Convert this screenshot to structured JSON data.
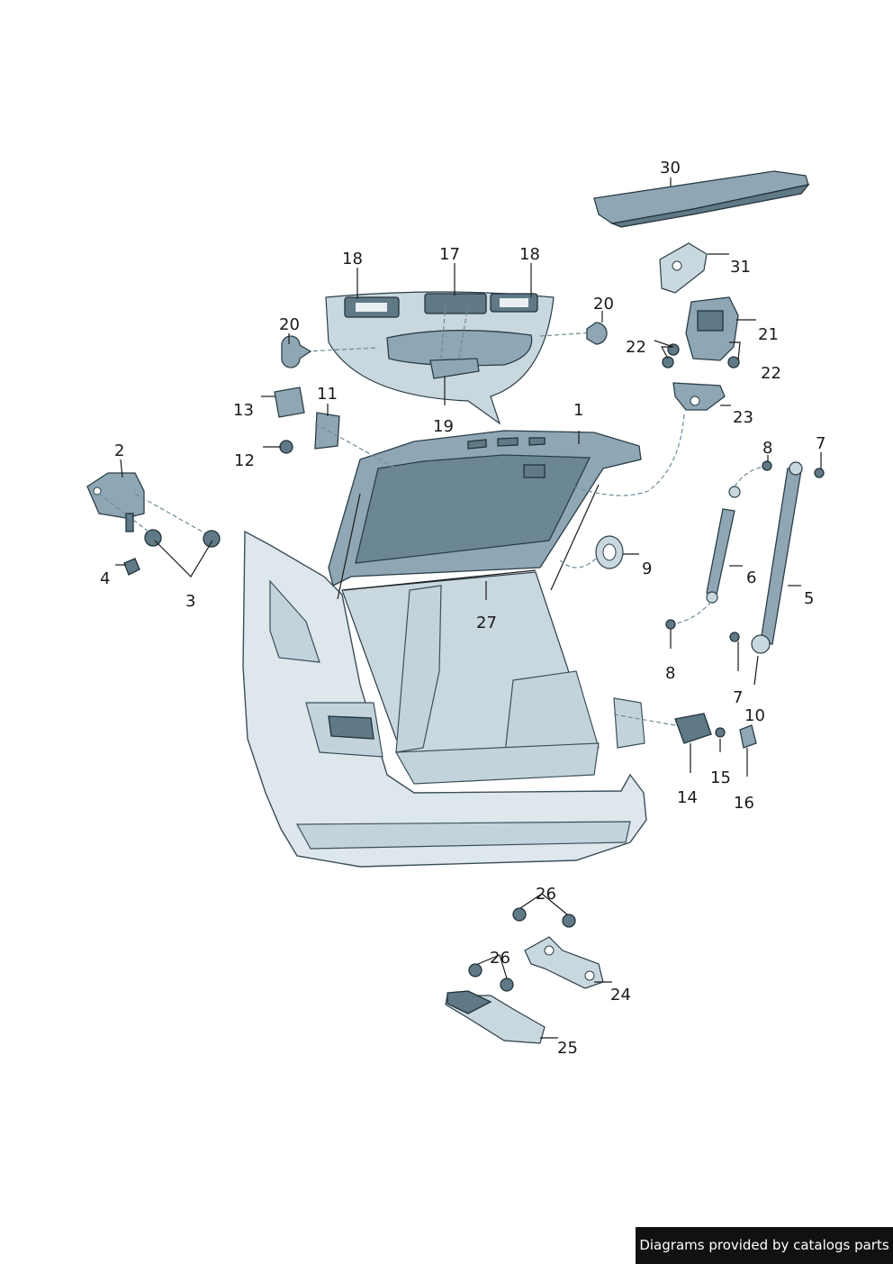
{
  "footer": {
    "credit": "Diagrams provided by catalogs parts"
  },
  "callouts": {
    "c1": "1",
    "c2": "2",
    "c3": "3",
    "c4": "4",
    "c5": "5",
    "c6": "6",
    "c7a": "7",
    "c7b": "7",
    "c8a": "8",
    "c8b": "8",
    "c9": "9",
    "c10": "10",
    "c11": "11",
    "c12": "12",
    "c13": "13",
    "c14": "14",
    "c15": "15",
    "c16": "16",
    "c17": "17",
    "c18a": "18",
    "c18b": "18",
    "c19": "19",
    "c20a": "20",
    "c20b": "20",
    "c21": "21",
    "c22a": "22",
    "c22b": "22",
    "c23": "23",
    "c24": "24",
    "c25": "25",
    "c26a": "26",
    "c26b": "26",
    "c27": "27",
    "c30": "30",
    "c31": "31"
  }
}
